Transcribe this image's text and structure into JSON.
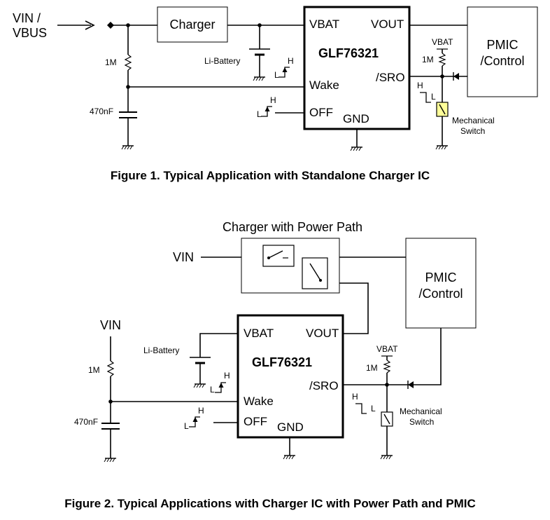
{
  "figure1": {
    "vin_label_line1": "VIN /",
    "vin_label_line2": "VBUS",
    "charger_label": "Charger",
    "battery_label": "Li-Battery",
    "res_label": "1M",
    "cap_label": "470nF",
    "chip_name": "GLF76321",
    "pin_vbat": "VBAT",
    "pin_vout": "VOUT",
    "pin_wake": "Wake",
    "pin_sro": "/SRO",
    "pin_off": "OFF",
    "pin_gnd": "GND",
    "pullup_label": "VBAT",
    "pullup_res": "1M",
    "pmic_line1": "PMIC",
    "pmic_line2": "/Control",
    "switch_line1": "Mechanical",
    "switch_line2": "Switch",
    "h_label": "H",
    "l_label": "L",
    "caption": "Figure 1.  Typical Application with Standalone Charger IC"
  },
  "figure2": {
    "power_path_label": "Charger with Power Path",
    "vin_label": "VIN",
    "vin_label_left": "VIN",
    "battery_label": "Li-Battery",
    "res_label": "1M",
    "cap_label": "470nF",
    "chip_name": "GLF76321",
    "pin_vbat": "VBAT",
    "pin_vout": "VOUT",
    "pin_wake": "Wake",
    "pin_sro": "/SRO",
    "pin_off": "OFF",
    "pin_gnd": "GND",
    "pullup_label": "VBAT",
    "pullup_res": "1M",
    "pmic_line1": "PMIC",
    "pmic_line2": "/Control",
    "switch_line1": "Mechanical",
    "switch_line2": "Switch",
    "h_label": "H",
    "l_label": "L",
    "caption": "Figure 2.  Typical Applications with Charger IC with Power Path and PMIC"
  }
}
